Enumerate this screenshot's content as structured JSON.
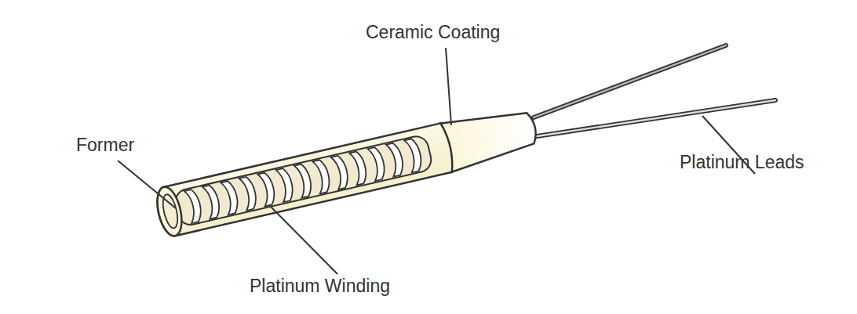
{
  "diagram": {
    "labels": [
      "Ceramic Coating",
      "Former",
      "Platinum Leads",
      "Platinum Winding"
    ]
  }
}
